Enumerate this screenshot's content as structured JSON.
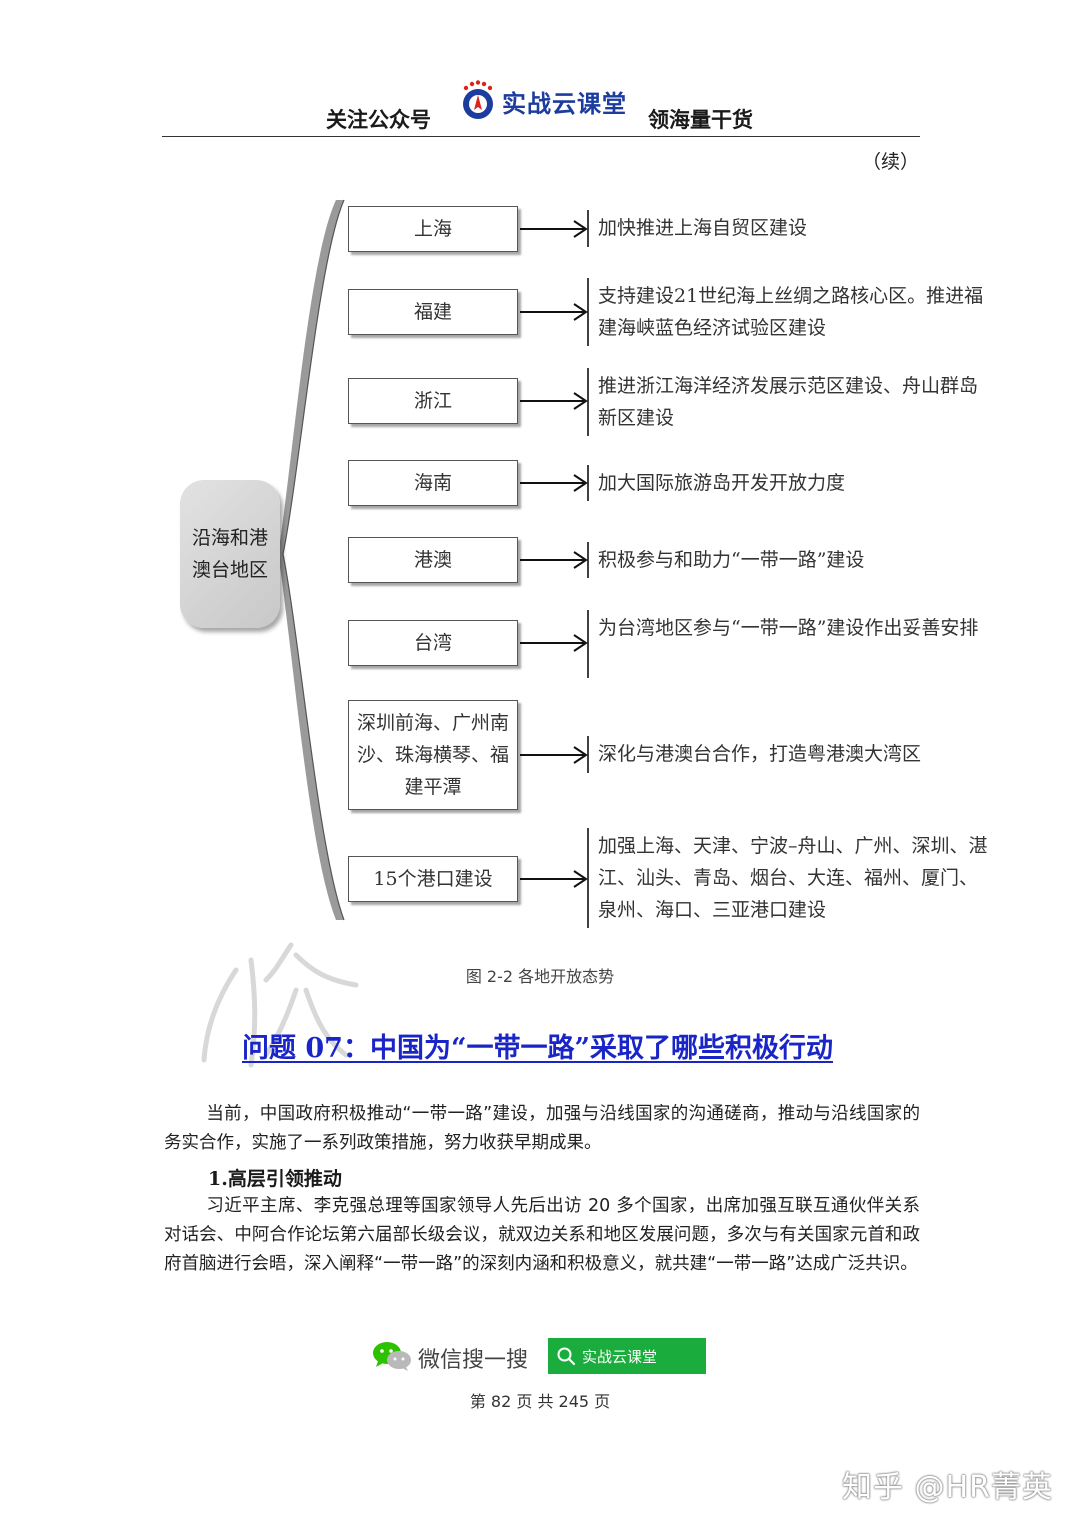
{
  "header": {
    "left_text": "关注公众号",
    "brand_name": "实战云课堂",
    "right_text": "领海量干货"
  },
  "continued_label": "（续）",
  "diagram": {
    "hub_label": "沿海和港澳台地区",
    "branches": [
      {
        "region": "上海",
        "policy": "加快推进上海自贸区建设"
      },
      {
        "region": "福建",
        "policy": "支持建设21世纪海上丝绸之路核心区。推进福建海峡蓝色经济试验区建设"
      },
      {
        "region": "浙江",
        "policy": "推进浙江海洋经济发展示范区建设、舟山群岛新区建设"
      },
      {
        "region": "海南",
        "policy": "加大国际旅游岛开发开放力度"
      },
      {
        "region": "港澳",
        "policy": "积极参与和助力“一带一路”建设"
      },
      {
        "region": "台湾",
        "policy": "为台湾地区参与“一带一路”建设作出妥善安排"
      },
      {
        "region": "深圳前海、广州南沙、珠海横琴、福建平潭",
        "policy": "深化与港澳台合作，打造粤港澳大湾区"
      },
      {
        "region": "15个港口建设",
        "policy": "加强上海、天津、宁波–舟山、广州、深圳、湛江、汕头、青岛、烟台、大连、福州、厦门、泉州、海口、三亚港口建设"
      }
    ],
    "caption": "图 2-2  各地开放态势"
  },
  "section": {
    "heading": "问题 07：中国为“一带一路”采取了哪些积极行动",
    "intro": "当前，中国政府积极推动“一带一路”建设，加强与沿线国家的沟通磋商，推动与沿线国家的务实合作，实施了一系列政策措施，努力收获早期成果。",
    "sub_heading": "1.高层引领推动",
    "body": "习近平主席、李克强总理等国家领导人先后出访 20 多个国家，出席加强互联互通伙伴关系对话会、中阿合作论坛第六届部长级会议，就双边关系和地区发展问题，多次与有关国家元首和政府首脑进行会晤，深入阐释“一带一路”的深刻内涵和积极意义，就共建“一带一路”达成广泛共识。"
  },
  "footer": {
    "wechat_label": "微信搜一搜",
    "search_chip_label": "实战云课堂",
    "page_number": "第 82 页 共 245 页",
    "zhihu_mark": "知乎 @HR菁英"
  },
  "colors": {
    "heading_blue": "#1a25c8",
    "brand_blue": "#1d3d9e",
    "wechat_green": "#1aad3e"
  }
}
